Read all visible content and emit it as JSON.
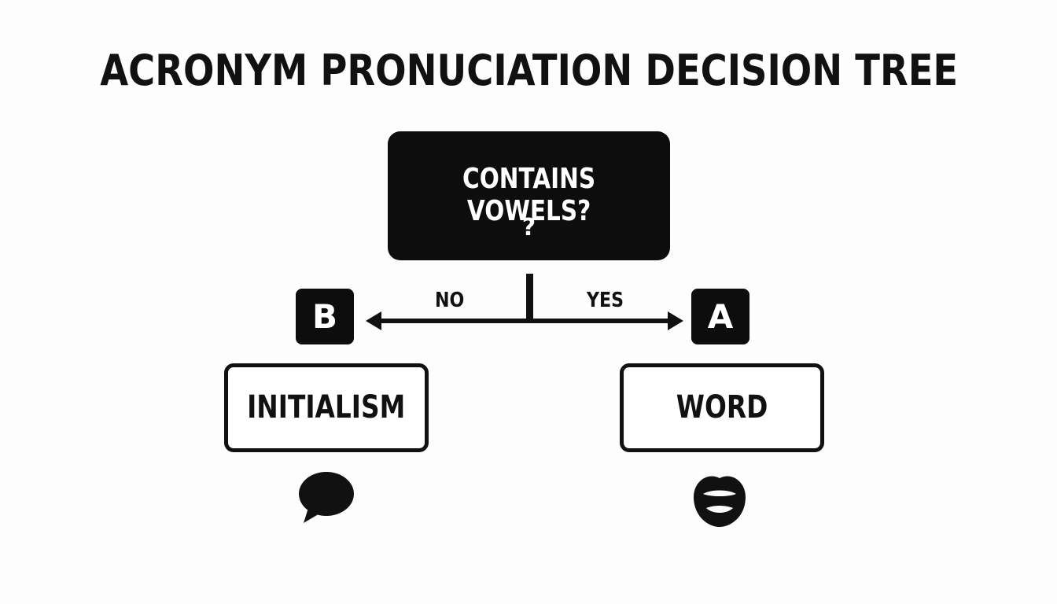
{
  "title": "ACRONYM PRONUCIATION DECISION TREE",
  "question": {
    "text": "CONTAINS VOWELS?",
    "mark": "?"
  },
  "branches": {
    "no": {
      "label": "NO",
      "badge": "B",
      "outcome": "INITIALISM",
      "icon": "speech-bubble-icon"
    },
    "yes": {
      "label": "YES",
      "badge": "A",
      "outcome": "WORD",
      "icon": "lips-icon"
    }
  },
  "colors": {
    "ink": "#111111",
    "background": "#fdfdfd",
    "box_text": "#ffffff"
  }
}
